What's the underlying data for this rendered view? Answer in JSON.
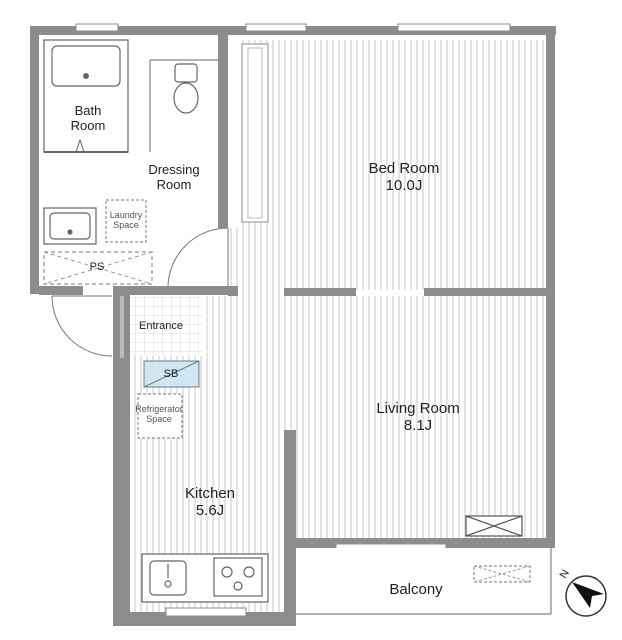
{
  "rooms": {
    "bath": {
      "name": "Bath\nRoom"
    },
    "dressing": {
      "name": "Dressing\nRoom"
    },
    "laundry": {
      "name": "Laundry\nSpace"
    },
    "ps": {
      "name": "PS"
    },
    "entrance": {
      "name": "Entrance"
    },
    "sb": {
      "name": "SB"
    },
    "refrigerator": {
      "name": "Refrigerator\nSpace"
    },
    "kitchen": {
      "name": "Kitchen",
      "size": "5.6J"
    },
    "bedroom": {
      "name": "Bed Room",
      "size": "10.0J"
    },
    "living": {
      "name": "Living Room",
      "size": "8.1J"
    },
    "balcony": {
      "name": "Balcony"
    }
  },
  "compass": {
    "label": "N"
  },
  "colors": {
    "wall": "#8c8c8c",
    "floor_line": "#c9c9c9",
    "sb_fill": "#cfe6f3",
    "text": "#222222"
  }
}
